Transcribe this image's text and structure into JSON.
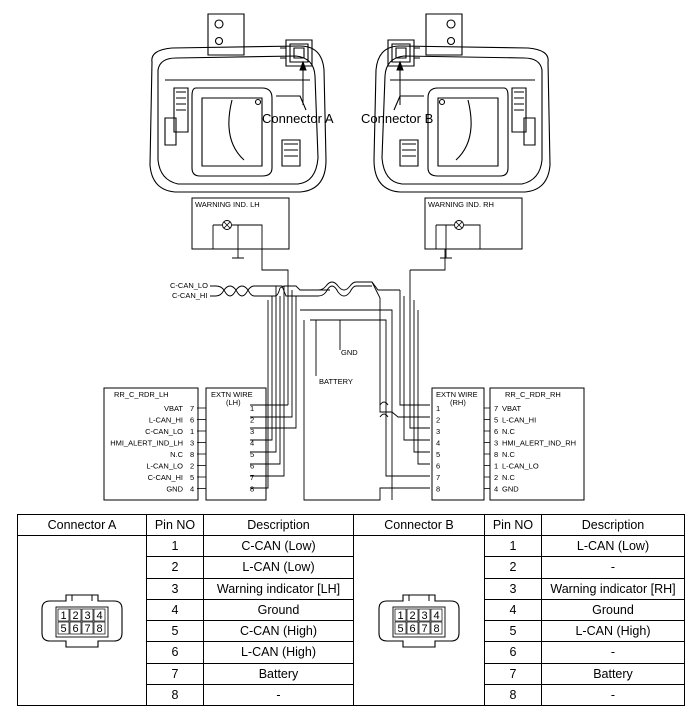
{
  "callouts": {
    "connector_a": "Connector A",
    "connector_b": "Connector B"
  },
  "warning_lh": {
    "title": "WARNING IND. LH"
  },
  "warning_rh": {
    "title": "WARNING IND. RH"
  },
  "bus_labels": {
    "c_can_lo": "C-CAN_LO",
    "c_can_hi": "C-CAN_HI",
    "gnd": "GND",
    "battery": "BATTERY"
  },
  "radar_lh": {
    "title": "RR_C_RDR_LH",
    "ext_title": "EXTN WIRE",
    "ext_sub": "(LH)",
    "pins": [
      {
        "name": "VBAT",
        "pin": "7",
        "ext": "1"
      },
      {
        "name": "L-CAN_HI",
        "pin": "6",
        "ext": "2"
      },
      {
        "name": "C-CAN_LO",
        "pin": "1",
        "ext": "3"
      },
      {
        "name": "HMI_ALERT_IND_LH",
        "pin": "3",
        "ext": "4"
      },
      {
        "name": "N.C",
        "pin": "8",
        "ext": "5"
      },
      {
        "name": "L-CAN_LO",
        "pin": "2",
        "ext": "6"
      },
      {
        "name": "C-CAN_HI",
        "pin": "5",
        "ext": "7"
      },
      {
        "name": "GND",
        "pin": "4",
        "ext": "8"
      }
    ]
  },
  "radar_rh": {
    "title": "RR_C_RDR_RH",
    "ext_title": "EXTN WIRE",
    "ext_sub": "(RH)",
    "pins": [
      {
        "name": "VBAT",
        "pin": "7",
        "ext": "1"
      },
      {
        "name": "L-CAN_HI",
        "pin": "5",
        "ext": "2"
      },
      {
        "name": "N.C",
        "pin": "6",
        "ext": "3"
      },
      {
        "name": "HMI_ALERT_IND_RH",
        "pin": "3",
        "ext": "4"
      },
      {
        "name": "N.C",
        "pin": "8",
        "ext": "5"
      },
      {
        "name": "L-CAN_LO",
        "pin": "1",
        "ext": "6"
      },
      {
        "name": "N.C",
        "pin": "2",
        "ext": "7"
      },
      {
        "name": "GND",
        "pin": "4",
        "ext": "8"
      }
    ]
  },
  "table": {
    "headers": [
      "Connector A",
      "Pin NO",
      "Description",
      "Connector B",
      "Pin NO",
      "Description"
    ],
    "connector_pins_top": [
      "1",
      "2",
      "3",
      "4"
    ],
    "connector_pins_bottom": [
      "5",
      "6",
      "7",
      "8"
    ],
    "rows": [
      {
        "a_pin": "1",
        "a_desc": "C-CAN (Low)",
        "b_pin": "1",
        "b_desc": "L-CAN (Low)"
      },
      {
        "a_pin": "2",
        "a_desc": "L-CAN (Low)",
        "b_pin": "2",
        "b_desc": "-"
      },
      {
        "a_pin": "3",
        "a_desc": "Warning indicator [LH]",
        "b_pin": "3",
        "b_desc": "Warning indicator [RH]"
      },
      {
        "a_pin": "4",
        "a_desc": "Ground",
        "b_pin": "4",
        "b_desc": "Ground"
      },
      {
        "a_pin": "5",
        "a_desc": "C-CAN (High)",
        "b_pin": "5",
        "b_desc": "L-CAN (High)"
      },
      {
        "a_pin": "6",
        "a_desc": "L-CAN (High)",
        "b_pin": "6",
        "b_desc": "-"
      },
      {
        "a_pin": "7",
        "a_desc": "Battery",
        "b_pin": "7",
        "b_desc": "Battery"
      },
      {
        "a_pin": "8",
        "a_desc": "-",
        "b_pin": "8",
        "b_desc": "-"
      }
    ]
  }
}
